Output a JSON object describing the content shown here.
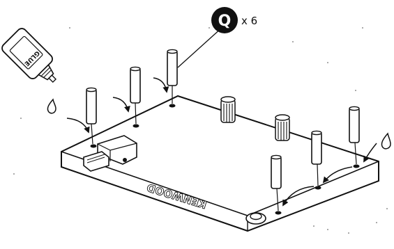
{
  "callout": {
    "part_letter": "Q",
    "quantity": "x 6"
  },
  "glue_bottle": {
    "label": "GLUE"
  },
  "base_panel": {
    "brand": "KENWOOD"
  },
  "colors": {
    "ink": "#111111",
    "paper": "#ffffff"
  },
  "icons": [
    "glue-bottle-icon",
    "glue-drop-icon",
    "insertion-arrow-icon"
  ]
}
